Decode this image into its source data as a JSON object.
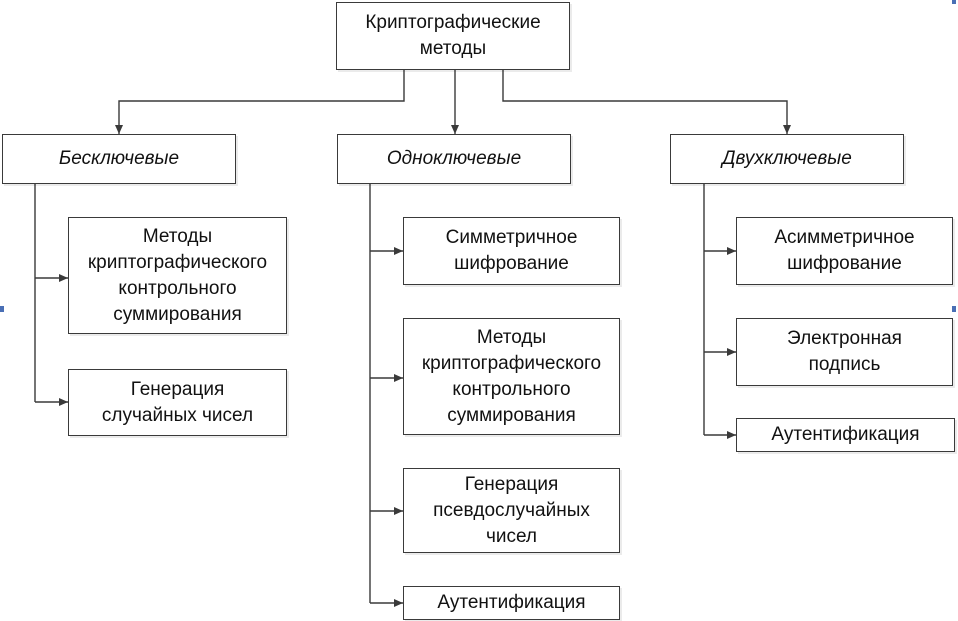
{
  "root": {
    "label": "Криптографические\nметоды"
  },
  "categories": [
    {
      "label": "Бесключевые"
    },
    {
      "label": "Одноключевые"
    },
    {
      "label": "Двухключевые"
    }
  ],
  "keyless": [
    {
      "label": "Методы\nкриптографического\nконтрольного\nсуммирования"
    },
    {
      "label": "Генерация\nслучайных чисел"
    }
  ],
  "single_key": [
    {
      "label": "Симметричное\nшифрование"
    },
    {
      "label": "Методы\nкриптографического\nконтрольного\nсуммирования"
    },
    {
      "label": "Генерация\nпсевдослучайных\nчисел"
    },
    {
      "label": "Аутентификация"
    }
  ],
  "two_key": [
    {
      "label": "Асимметричное\nшифрование"
    },
    {
      "label": "Электронная\nподпись"
    },
    {
      "label": "Аутентификация"
    }
  ],
  "colors": {
    "line": "#3a3a3a",
    "border": "#3a3a3a",
    "selection_marker": "#4a6fb5"
  }
}
